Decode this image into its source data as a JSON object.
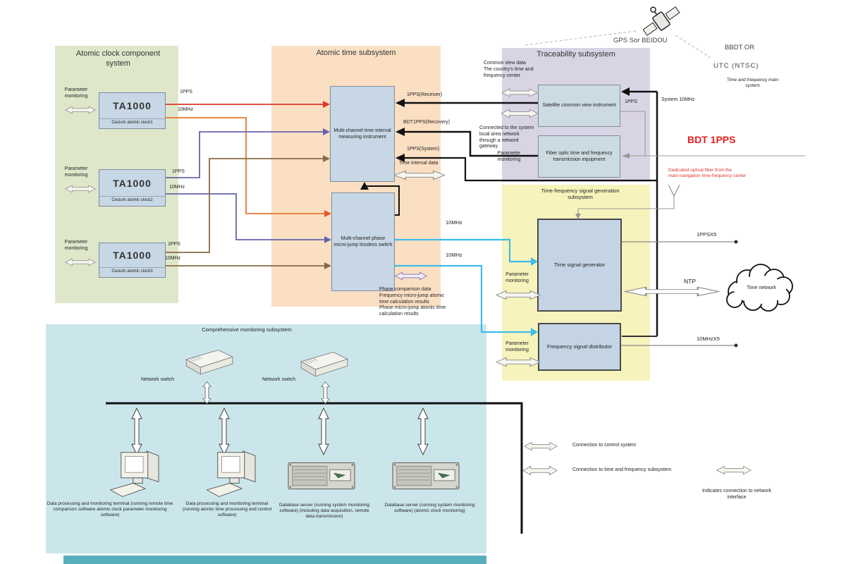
{
  "panels": {
    "atomic_clock": "Atomic clock component system",
    "atomic_time": "Atomic time subsystem",
    "traceability": "Traceability subsystem",
    "timefreq": "Time-frequency signal generation subsystem",
    "monitoring": "Comprehensive monitoring subsystem"
  },
  "clocks": [
    {
      "model": "TA1000",
      "name": "Cesium atomic clock1",
      "pps": "1PPS",
      "freq": "10MHz",
      "monitor": "Parameter monitoring"
    },
    {
      "model": "TA1000",
      "name": "Cesium atomic clock2",
      "pps": "1PPS",
      "freq": "10MHz",
      "monitor": "Parameter monitoring"
    },
    {
      "model": "TA1000",
      "name": "Cesium atomic clock3",
      "pps": "1PPS",
      "freq": "10MHz",
      "monitor": "Parameter monitoring"
    }
  ],
  "measuring": {
    "label": "Multi-channel time interval measuring instrument",
    "in_receiver": "1PPS(Receiver)",
    "in_recovery": "BDT1PPS(Recovery)",
    "in_system": "1PPS(System)",
    "interval_data": "Time interval data"
  },
  "mswitch": {
    "label": "Multi-channel phase micro-jump lossless switch",
    "out1": "10MHz",
    "out2": "10MHz",
    "data_note": "Phase comparison data\nFrequency micro-jump atomic\ntime calculation results\nPhase micro-jump atomic time\ncalculation results"
  },
  "trace": {
    "common_view": "Common view data\nThe country's time and frequency center",
    "satellite_instrument": "Satellite common view instrument",
    "gateway_note": "Connected to the system local area network through a network gateway",
    "monitor": "Parameter monitoring",
    "fiber_equipment": "Fiber optic time and frequency transmission equipment",
    "pps": "1PPS"
  },
  "topright": {
    "gps": "GPS Sor BEIDOU",
    "bbdt": "BBDT OR",
    "utc": "UTC (NTSC)",
    "main_system": "Time and frequency main system",
    "system_freq": "System 10MHz",
    "bdt_pps": "BDT 1PPS",
    "fiber_note": "Dedicated optical fiber from the\nmain navigation time-frequency center"
  },
  "gen": {
    "generator": "Time signal generator",
    "distributor": "Frequency signal distributor",
    "monitor1": "Parameter monitoring",
    "monitor2": "Parameter monitoring",
    "out_pps": "1PPSX5",
    "out_ntp": "NTP",
    "out_freq": "10MHzX5",
    "cloud": "Time network"
  },
  "monitor": {
    "switch1": "Network switch",
    "switch2": "Network switch",
    "terminal1": "Data processing and monitoring terminal (running remote time comparison software atomic clock parameter monitoring software)",
    "terminal2": "Data processing and monitoring terminal (running atomic time processing and control software)",
    "server1": "Database server (running system monitoring software) (including data acquisition, remote data transmission)",
    "server2": "Database server (running system monitoring software) (atomic clock monitoring)"
  },
  "legend": {
    "control": "Connection to control system",
    "timefreq": "Connection to time and frequency subsystem",
    "network": "Indicates connection to network interface"
  },
  "colors": {
    "clock1_pps": "#d93a2b",
    "clock1_freq": "#e8772e",
    "clock2_lines": "#6565ad",
    "clock3_lines": "#8a6a45",
    "freq_outputs": "#3cbde8",
    "bdt_red": "#e02020"
  }
}
